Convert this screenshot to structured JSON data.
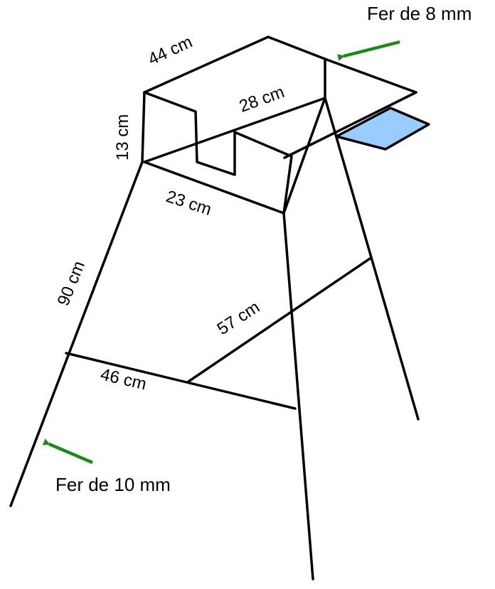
{
  "colors": {
    "stroke": "#000000",
    "arrow": "#1a8a1a",
    "seat_fill": "#99ccff",
    "background": "#ffffff"
  },
  "dimensions": {
    "top_width": "44 cm",
    "top_depth": "28 cm",
    "back_height": "13 cm",
    "front_width": "23 cm",
    "leg_length": "90 cm",
    "brace_side": "57 cm",
    "brace_front": "46 cm"
  },
  "notes": {
    "upper_bar": "Fer de 8 mm",
    "leg_bar": "Fer de 10 mm"
  },
  "icons": {
    "arrow_upper": "green-arrow-icon",
    "arrow_leg": "green-arrow-icon"
  }
}
